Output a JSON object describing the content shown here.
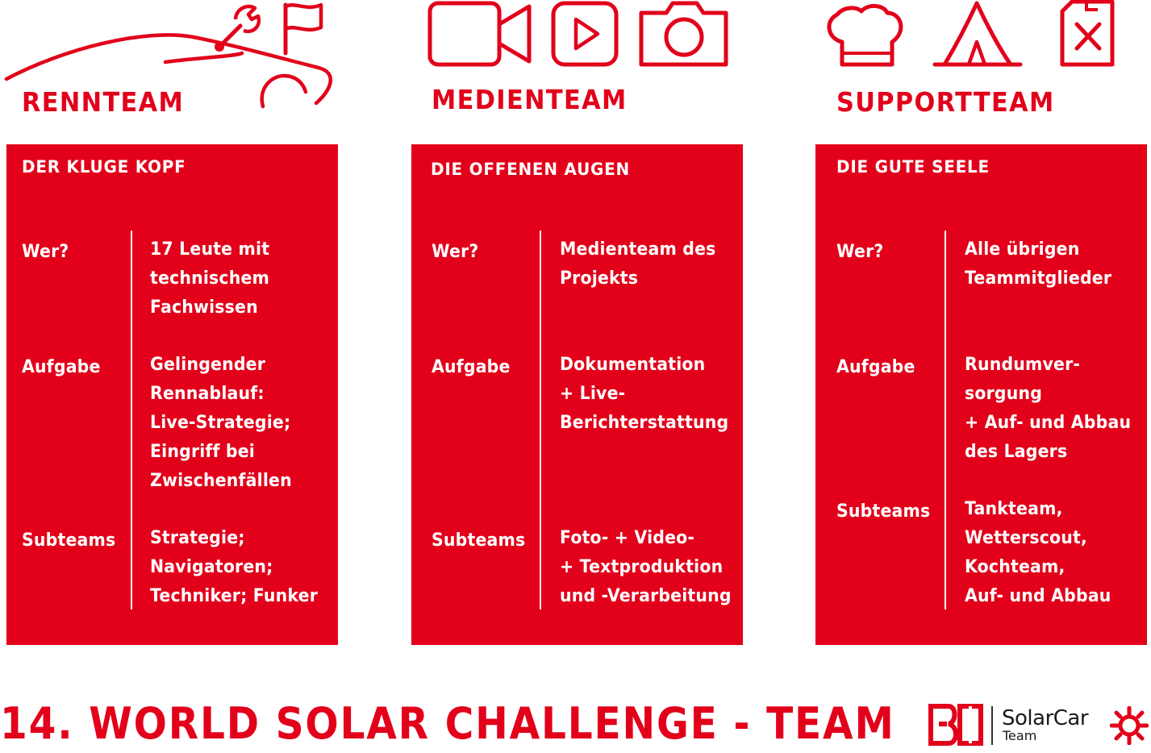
{
  "teams": [
    {
      "title": "RENNTEAM",
      "tagline": "DER KLUGE KOPF",
      "wer_label": "Wer?",
      "wer_value": "17 Leute mit\ntechnischem\nFachwissen",
      "aufgabe_label": "Aufgabe",
      "aufgabe_value": "Gelingender\nRennablauf:\nLive-Strategie;\nEingriff bei\nZwischenfällen",
      "subteams_label": "Subteams",
      "subteams_value": "Strategie;\nNavigatoren;\nTechniker; Funker"
    },
    {
      "title": "MEDIENTEAM",
      "tagline": "DIE OFFENEN AUGEN",
      "wer_label": "Wer?",
      "wer_value": "Medienteam des\nProjekts",
      "aufgabe_label": "Aufgabe",
      "aufgabe_value": "Dokumentation\n+ Live-\nBerichterstattung",
      "subteams_label": "Subteams",
      "subteams_value": "Foto- + Video-\n+ Textproduktion\nund -Verarbeitung"
    },
    {
      "title": "SUPPORTTEAM",
      "tagline": "DIE GUTE SEELE",
      "wer_label": "Wer?",
      "wer_value": "Alle übrigen\nTeammitglieder",
      "aufgabe_label": "Aufgabe",
      "aufgabe_value": "Rundumver-\nsorgung\n+ Auf- und Abbau\ndes Lagers",
      "subteams_label": "Subteams",
      "subteams_value": "Tankteam,\nWetterscout,\nKochteam,\nAuf- und Abbau"
    }
  ],
  "footer": {
    "title": "14. WORLD SOLAR CHALLENGE - TEAM"
  },
  "logo": {
    "mark": "BO",
    "brand": "SolarCar",
    "sub": "Team"
  },
  "icons": {
    "rennteam": [
      "car-outline-icon",
      "wrench-icon",
      "flag-icon"
    ],
    "medienteam": [
      "video-camera-icon",
      "play-button-icon",
      "photo-camera-icon"
    ],
    "supportteam": [
      "chef-hat-icon",
      "tent-icon",
      "fuel-canister-icon"
    ]
  },
  "colors": {
    "brand_red": "#e2001a",
    "text_on_red": "#ffffff"
  }
}
